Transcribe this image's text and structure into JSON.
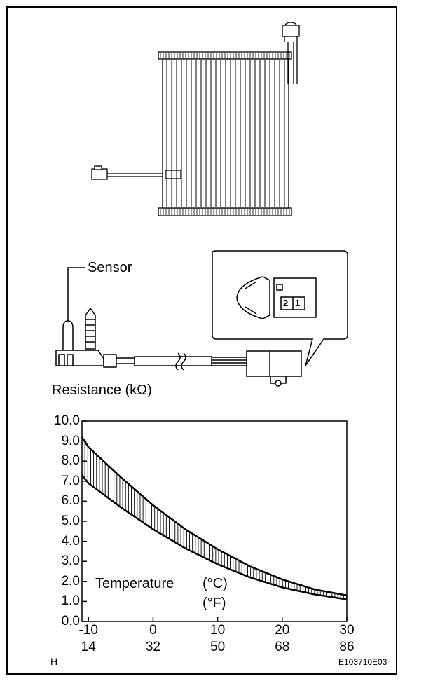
{
  "figure": {
    "sensor_label": "Sensor",
    "connector_pin_1": "1",
    "connector_pin_2": "2",
    "footer_left": "H",
    "footer_right": "E103710E03"
  },
  "chart_data": {
    "type": "area",
    "ylabel": "Resistance (kΩ)",
    "xlabel_line1": "Temperature",
    "xlabel_unit_c": "(°C)",
    "xlabel_unit_f": "(°F)",
    "ylim": [
      0,
      10
    ],
    "xlim_c": [
      -11,
      30
    ],
    "y_ticks": [
      "10.0",
      "9.0",
      "8.0",
      "7.0",
      "6.0",
      "5.0",
      "4.0",
      "3.0",
      "2.0",
      "1.0",
      "0.0"
    ],
    "x_ticks_c": [
      "-10",
      "0",
      "10",
      "20",
      "30"
    ],
    "x_ticks_f": [
      "14",
      "32",
      "50",
      "68",
      "86"
    ],
    "series": [
      {
        "x": [
          -11,
          -10,
          -5,
          0,
          5,
          10,
          15,
          20,
          25,
          30
        ],
        "values": [
          9.2,
          8.7,
          7.2,
          5.8,
          4.6,
          3.6,
          2.75,
          2.1,
          1.6,
          1.3
        ]
      },
      {
        "x": [
          -11,
          -10,
          -5,
          0,
          5,
          10,
          15,
          20,
          25,
          30
        ],
        "values": [
          7.3,
          6.9,
          5.7,
          4.6,
          3.65,
          2.85,
          2.2,
          1.7,
          1.35,
          1.1
        ]
      }
    ],
    "grid": false
  }
}
